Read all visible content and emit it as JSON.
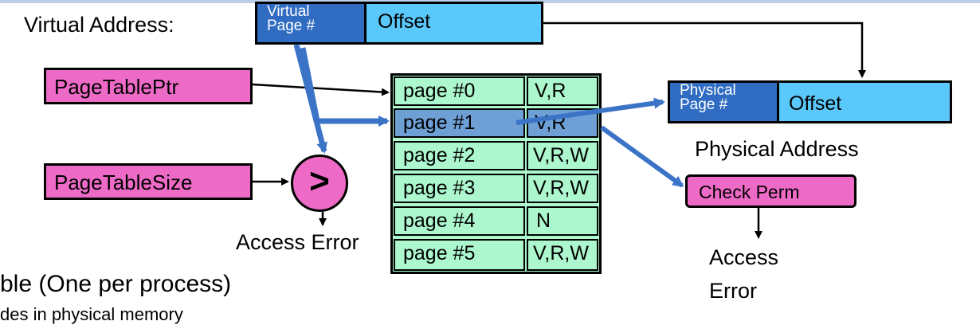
{
  "virtual_address": {
    "label": "Virtual Address:",
    "vpn_label_line1": "Virtual",
    "vpn_label_line2": "Page #",
    "offset_label": "Offset"
  },
  "page_table_ptr": "PageTablePtr",
  "page_table_size": "PageTableSize",
  "comparator_symbol": ">",
  "access_error_left": "Access Error",
  "page_table": [
    {
      "page": "page #0",
      "perm": "V,R"
    },
    {
      "page": "page #1",
      "perm": "V,R"
    },
    {
      "page": "page #2",
      "perm": "V,R,W"
    },
    {
      "page": "page #3",
      "perm": "V,R,W"
    },
    {
      "page": "page #4",
      "perm": "N"
    },
    {
      "page": "page #5",
      "perm": "V,R,W"
    }
  ],
  "physical_address": {
    "ppn_label_line1": "Physical",
    "ppn_label_line2": "Page #",
    "offset_label": "Offset",
    "caption": "Physical Address"
  },
  "check_perm": "Check Perm",
  "access_error_right_line1": "Access",
  "access_error_right_line2": "Error",
  "bullets": {
    "line1": "ble (One per process)",
    "line2": "des in physical memory"
  },
  "colors": {
    "pink": "#ee6ac7",
    "green": "#acf7cd",
    "dark_blue": "#2f6cc2",
    "light_blue": "#5bc8fb",
    "arrow_blue": "#3b73c7"
  }
}
